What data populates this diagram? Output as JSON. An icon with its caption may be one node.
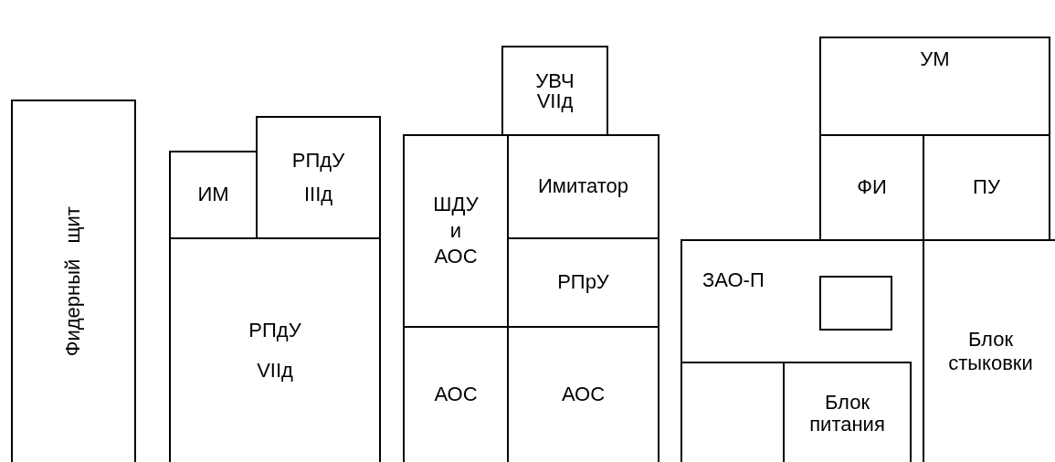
{
  "diagram": {
    "nodes": [
      {
        "text": [
          "Фидерный щит"
        ]
      },
      {
        "text": [
          "ИМ"
        ]
      },
      {
        "text": [
          "РПдУ IIIд"
        ]
      },
      {
        "text": [
          "РПдУ VIIд"
        ]
      },
      {
        "text": [
          "УВЧ VIIд"
        ]
      },
      {
        "text": [
          "ШДУ и АОС"
        ]
      },
      {
        "text": [
          "Имитатор"
        ]
      },
      {
        "text": [
          "РПрУ"
        ]
      },
      {
        "text": [
          "АОС"
        ]
      },
      {
        "text": [
          "АОС"
        ]
      },
      {
        "text": [
          "УМ"
        ]
      },
      {
        "text": [
          "ФИ"
        ]
      },
      {
        "text": [
          "ПУ"
        ]
      },
      {
        "text": [
          "ЗАО-П"
        ]
      },
      {
        "text": [],
        "shape": "box",
        "in": 13
      },
      {
        "text": [],
        "shape": "box",
        "in": 13
      },
      {
        "text": [
          "Блок питания"
        ],
        "in": 13
      },
      {
        "text": [
          "Блок стыковки"
        ]
      }
    ]
  }
}
